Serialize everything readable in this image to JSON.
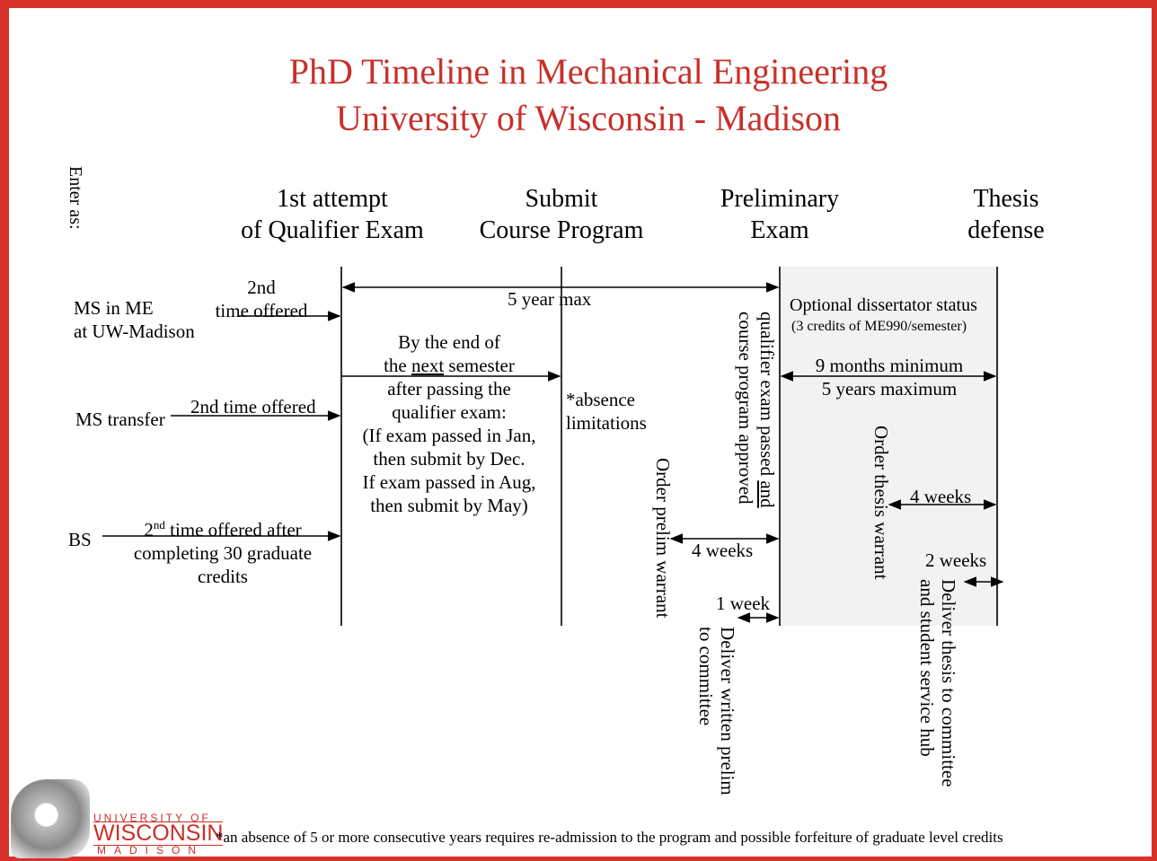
{
  "title_line1": "PhD Timeline in Mechanical Engineering",
  "title_line2": "University of Wisconsin - Madison",
  "enter_as": "Enter as:",
  "milestones": {
    "qualifier_1": "1st attempt",
    "qualifier_2": "of Qualifier Exam",
    "course_1": "Submit",
    "course_2": "Course Program",
    "prelim_1": "Preliminary",
    "prelim_2": "Exam",
    "thesis_1": "Thesis",
    "thesis_2": "defense"
  },
  "entries": {
    "ms_me_1": "MS in ME",
    "ms_me_2": "at UW-Madison",
    "ms_me_offer_1": "2nd",
    "ms_me_offer_2": "time offered",
    "ms_transfer": "MS transfer",
    "ms_transfer_offer": "2nd time offered",
    "bs": "BS",
    "bs_offer_1_num": "2",
    "bs_offer_1_sup": "nd",
    "bs_offer_1_rest": " time offered after",
    "bs_offer_2": "completing 30 graduate",
    "bs_offer_3": "credits"
  },
  "five_year_max": "5 year max",
  "next_semester": {
    "l1": "By the end of",
    "l2_pre": "the ",
    "l2_u": "next",
    "l2_post": " semester",
    "l3": "after passing the",
    "l4": "qualifier exam:",
    "l5": "(If exam passed in Jan,",
    "l6": "then submit by Dec.",
    "l7": "If exam passed in Aug,",
    "l8": "then submit by May)"
  },
  "absence_1": "*absence",
  "absence_2": "limitations",
  "qualifier_passed": {
    "pre": "qualifier exam passed ",
    "u": "and",
    "l2": "course program approved"
  },
  "order_prelim": "Order prelim warrant",
  "four_weeks_prelim": "4 weeks",
  "one_week": "1 week",
  "deliver_prelim_1": "Deliver written prelim",
  "deliver_prelim_2": "to committee",
  "dissertator_1": "Optional dissertator status",
  "dissertator_2": "(3 credits of ME990/semester)",
  "nine_months": "9 months minimum",
  "five_years": "5 years maximum",
  "order_thesis": "Order thesis warrant",
  "four_weeks_thesis": "4 weeks",
  "two_weeks": "2 weeks",
  "deliver_thesis_1": "Deliver thesis to committee",
  "deliver_thesis_2": "and student service hub",
  "logo_line1": "UNIVERSITY OF",
  "logo_line2": "WISCONSIN",
  "logo_line3": "MADISON",
  "footnote": "*an absence of 5 or more consecutive years requires re-admission to the program and possible forfeiture of graduate level credits"
}
